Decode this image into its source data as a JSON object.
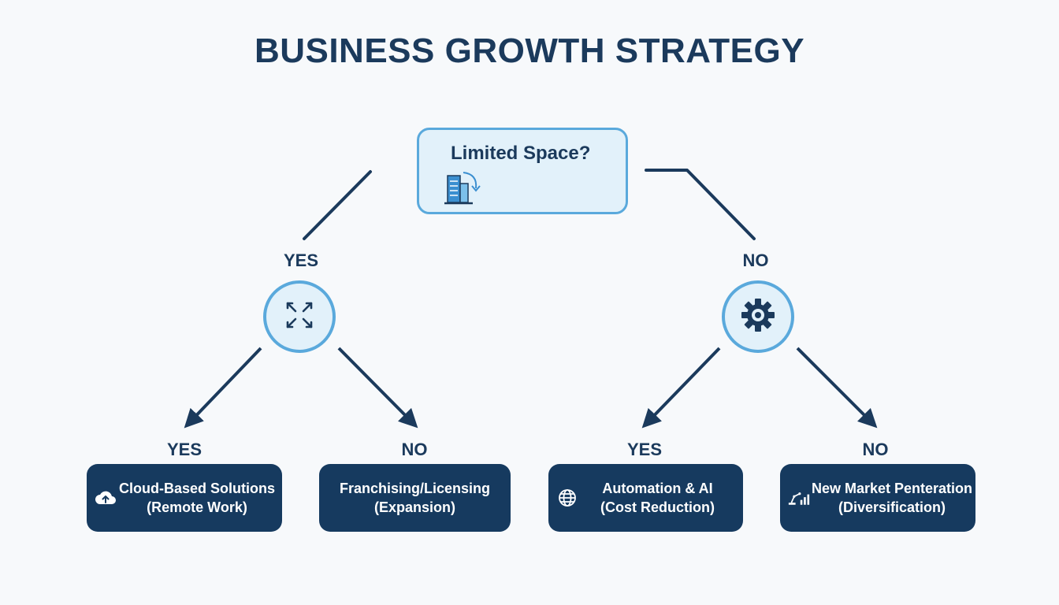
{
  "title": "BUSINESS GROWTH STRATEGY",
  "colors": {
    "navy": "#1b3a5c",
    "accent_blue": "#5aa9dc",
    "light_fill": "#e2f1fa",
    "leaf_fill": "#163a5f",
    "background": "#f7f9fb"
  },
  "root": {
    "label": "Limited Space?",
    "icon": "building-arrow-icon"
  },
  "level1": [
    {
      "branch": "YES",
      "icon": "expand-arrows-icon"
    },
    {
      "branch": "NO",
      "icon": "gear-icon"
    }
  ],
  "leaves": [
    {
      "branch": "YES",
      "line1": "Cloud-Based Solutions",
      "line2": "(Remote Work)",
      "icon": "cloud-upload-icon"
    },
    {
      "branch": "NO",
      "line1": "Franchising/Licensing",
      "line2": "(Expansion)",
      "icon": ""
    },
    {
      "branch": "YES",
      "line1": "Automation & AI",
      "line2": "(Cost Reduction)",
      "icon": "globe-icon"
    },
    {
      "branch": "NO",
      "line1": "New Market Penteration",
      "line2": "(Diversification)",
      "icon": "robot-arm-chart-icon"
    }
  ]
}
